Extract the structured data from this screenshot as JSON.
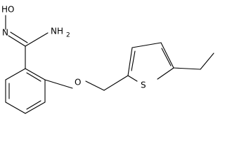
{
  "labels": {
    "hydroxyl": "HO",
    "imine_n": "N",
    "amine_n": "NH",
    "amine_sub": "2",
    "ether_o": "O",
    "sulfur": "S"
  }
}
